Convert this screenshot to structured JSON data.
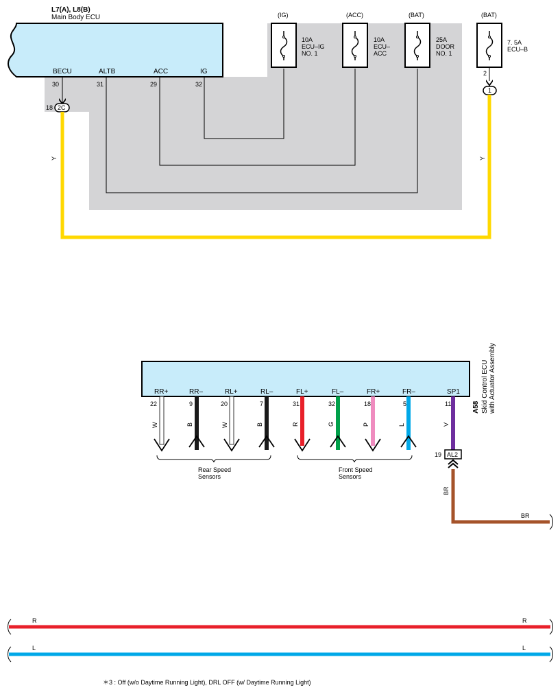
{
  "main_ecu": {
    "code": "L7(A), L8(B)",
    "name": "Main Body ECU",
    "terminals": [
      {
        "name": "BECU",
        "pin": "30"
      },
      {
        "name": "ALTB",
        "pin": "31"
      },
      {
        "name": "ACC",
        "pin": "29"
      },
      {
        "name": "IG",
        "pin": "32"
      }
    ],
    "connector": {
      "pin": "18",
      "id": "2C"
    }
  },
  "fuses": [
    {
      "source": "(IG)",
      "line1": "10A",
      "line2": "ECU–IG",
      "line3": "NO. 1"
    },
    {
      "source": "(ACC)",
      "line1": "10A",
      "line2": "ECU–",
      "line3": "ACC"
    },
    {
      "source": "(BAT)",
      "line1": "25A",
      "line2": "DOOR",
      "line3": "NO. 1"
    },
    {
      "source": "(BAT)",
      "line1": "7. 5A",
      "line2": "ECU–B",
      "line3": ""
    }
  ],
  "ecub_pin": "2",
  "ecub_connector": "1",
  "top_wire_color_left": "Y",
  "top_wire_color_right": "Y",
  "skid_ecu": {
    "code": "A58",
    "name_line1": "Skid Control ECU",
    "name_line2": "with Actuator Assembly",
    "terminals": [
      {
        "name": "RR+",
        "pin": "22",
        "wire": "W"
      },
      {
        "name": "RR–",
        "pin": "9",
        "wire": "B"
      },
      {
        "name": "RL+",
        "pin": "20",
        "wire": "W"
      },
      {
        "name": "RL–",
        "pin": "7",
        "wire": "B"
      },
      {
        "name": "FL+",
        "pin": "31",
        "wire": "R"
      },
      {
        "name": "FL–",
        "pin": "32",
        "wire": "G"
      },
      {
        "name": "FR+",
        "pin": "18",
        "wire": "P"
      },
      {
        "name": "FR–",
        "pin": "5",
        "wire": "L"
      },
      {
        "name": "SP1",
        "pin": "11",
        "wire": "V"
      }
    ],
    "connector": {
      "pin": "19",
      "id": "AL2"
    },
    "brown_wire_left": "BR",
    "brown_wire_right": "BR"
  },
  "groups": {
    "rear_line1": "Rear Speed",
    "rear_line2": "Sensors",
    "front_line1": "Front Speed",
    "front_line2": "Sensors"
  },
  "bus": {
    "red_left": "R",
    "red_right": "R",
    "blue_left": "L",
    "blue_right": "L"
  },
  "footnote": "＊3 : Off (w/o Daytime Running Light),  DRL OFF (w/ Daytime Running Light)",
  "colors": {
    "yellow": "#ffd800",
    "red": "#e8202a",
    "blue": "#00a8e8",
    "brown": "#a5532a",
    "purple": "#6e2e9e",
    "green": "#00a04a",
    "pink": "#ef8cbf",
    "black": "#1a1a1a",
    "ecu_fill": "#c8ecfa",
    "shade": "#d4d4d6"
  }
}
